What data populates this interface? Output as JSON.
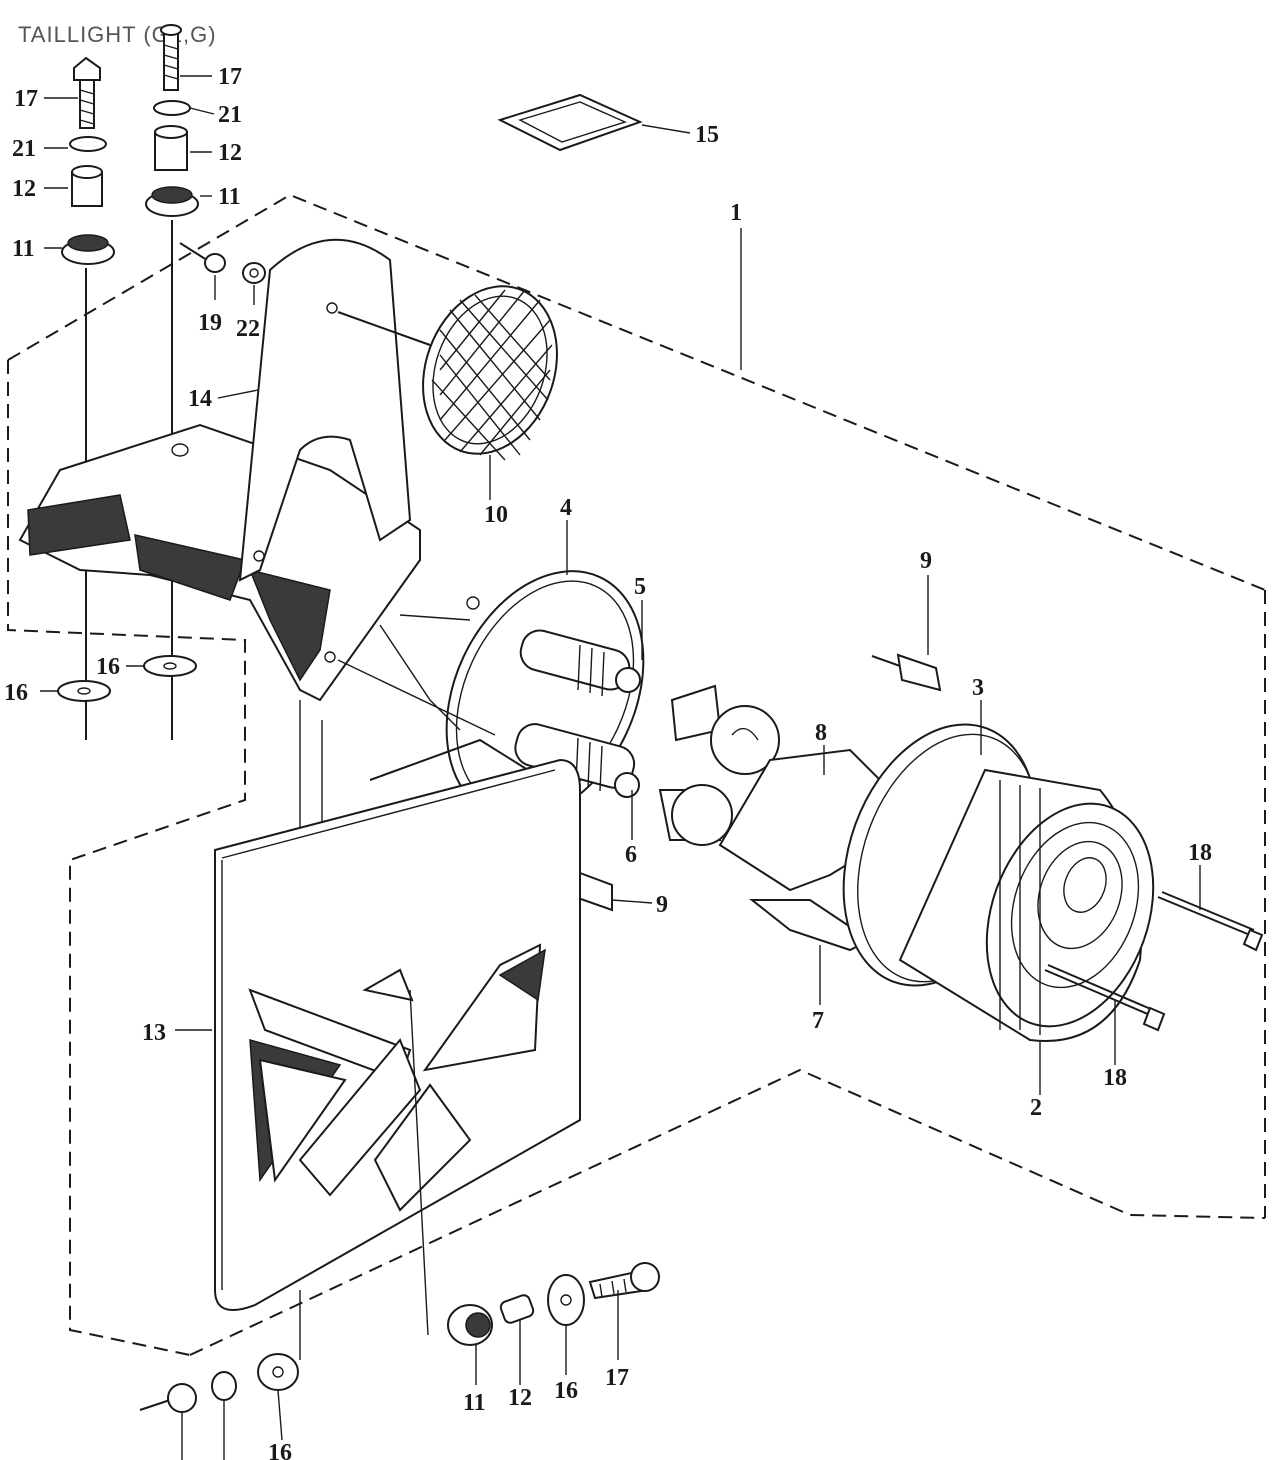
{
  "title": "TAILLIGHT (G2,G)",
  "callouts": [
    {
      "id": "c1",
      "text": "1"
    },
    {
      "id": "c2",
      "text": "2"
    },
    {
      "id": "c3",
      "text": "3"
    },
    {
      "id": "c4",
      "text": "4"
    },
    {
      "id": "c5",
      "text": "5"
    },
    {
      "id": "c6",
      "text": "6"
    },
    {
      "id": "c7",
      "text": "7"
    },
    {
      "id": "c8",
      "text": "8"
    },
    {
      "id": "c9a",
      "text": "9"
    },
    {
      "id": "c9b",
      "text": "9"
    },
    {
      "id": "c10",
      "text": "10"
    },
    {
      "id": "c11a",
      "text": "11"
    },
    {
      "id": "c11b",
      "text": "11"
    },
    {
      "id": "c11c",
      "text": "11"
    },
    {
      "id": "c12a",
      "text": "12"
    },
    {
      "id": "c12b",
      "text": "12"
    },
    {
      "id": "c12c",
      "text": "12"
    },
    {
      "id": "c13",
      "text": "13"
    },
    {
      "id": "c14",
      "text": "14"
    },
    {
      "id": "c15",
      "text": "15"
    },
    {
      "id": "c16a",
      "text": "16"
    },
    {
      "id": "c16b",
      "text": "16"
    },
    {
      "id": "c16c",
      "text": "16"
    },
    {
      "id": "c16d",
      "text": "16"
    },
    {
      "id": "c17a",
      "text": "17"
    },
    {
      "id": "c17b",
      "text": "17"
    },
    {
      "id": "c17c",
      "text": "17"
    },
    {
      "id": "c18a",
      "text": "18"
    },
    {
      "id": "c18b",
      "text": "18"
    },
    {
      "id": "c19",
      "text": "19"
    },
    {
      "id": "c21a",
      "text": "21"
    },
    {
      "id": "c21b",
      "text": "21"
    },
    {
      "id": "c22",
      "text": "22"
    }
  ]
}
